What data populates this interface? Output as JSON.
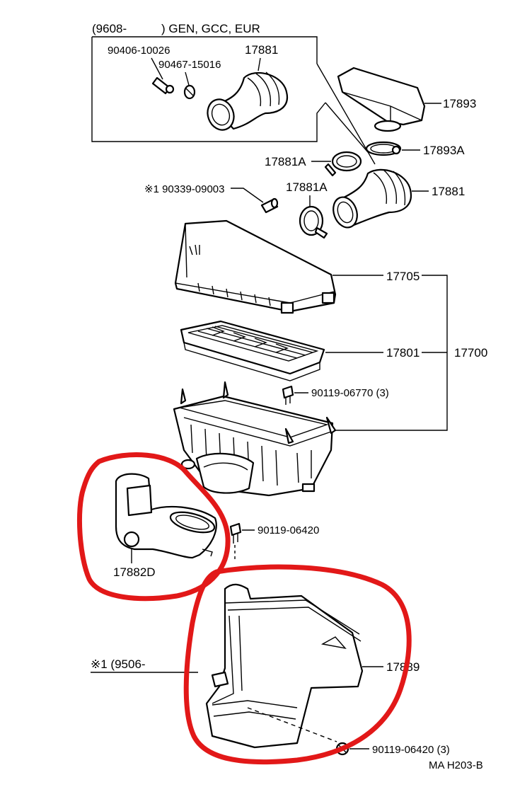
{
  "header": {
    "variant_prefix": "(9608-",
    "variant_suffix": ") GEN, GCC, EUR"
  },
  "labels": {
    "p90406": "90406-10026",
    "p90467": "90467-15016",
    "p17881_inset": "17881",
    "p17893": "17893",
    "p17893A": "17893A",
    "p17881A_upper": "17881A",
    "p17881A_lower": "17881A",
    "p17881": "17881",
    "p90339": "※1 90339-09003",
    "p17705": "17705",
    "p17801": "17801",
    "p17700": "17700",
    "p90119_06770": "90119-06770 (3)",
    "p90119_06420": "90119-06420",
    "p17882D": "17882D",
    "p17889": "17889",
    "p90119_06420_3": "90119-06420 (3)"
  },
  "note": {
    "prefix": "※1 (9506-",
    "suffix": ")"
  },
  "footer": {
    "ref": "MA H203-B"
  },
  "colors": {
    "ink": "#000000",
    "highlight": "#e21818",
    "background": "#ffffff"
  }
}
